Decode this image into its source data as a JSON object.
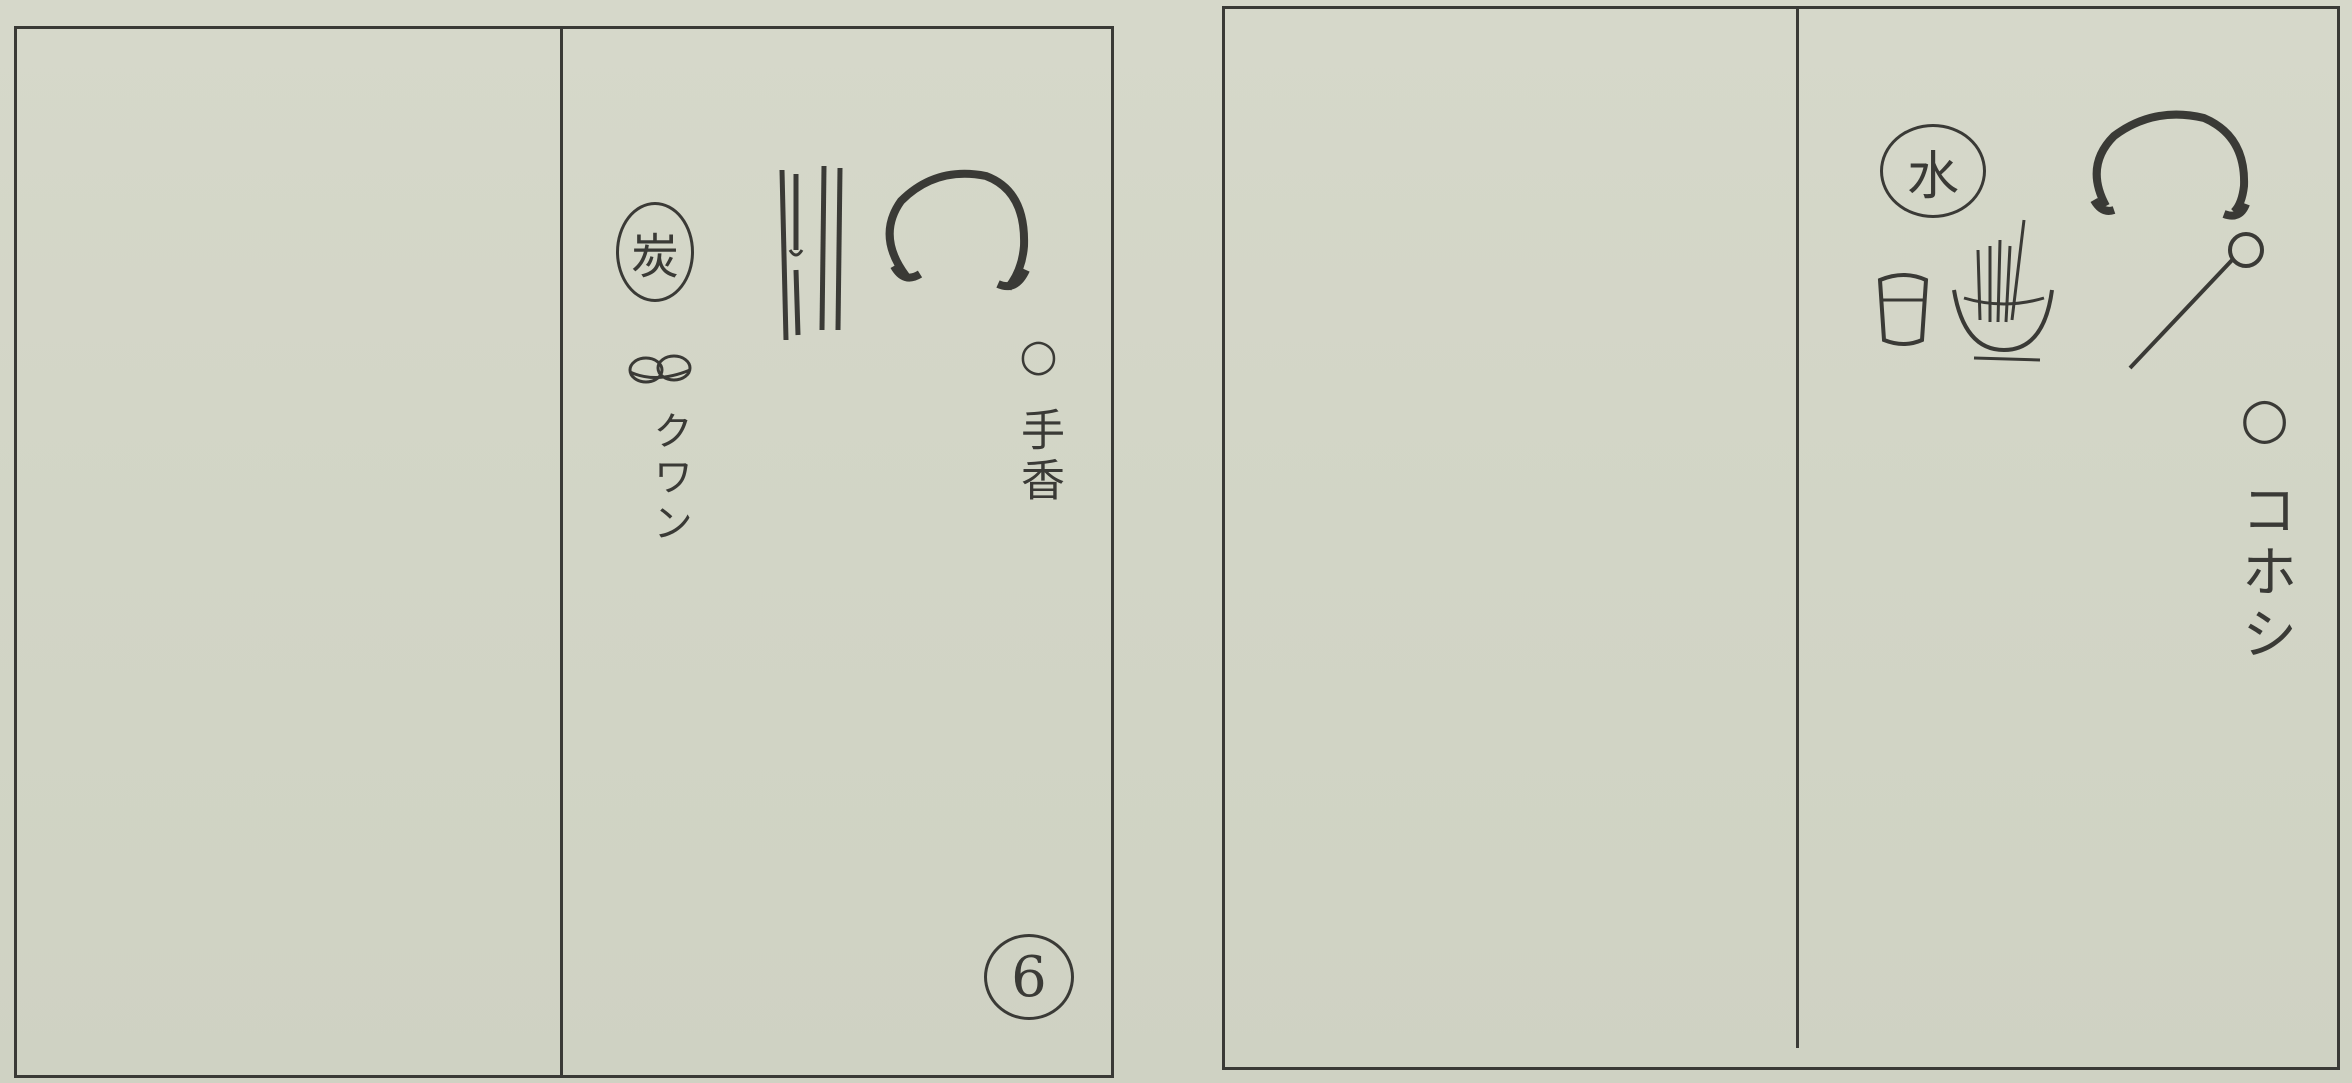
{
  "left_page": {
    "seal_label": "炭",
    "caption_fire_tongs": "○ 手香",
    "caption_brazier": "クワン",
    "page_number": "6"
  },
  "right_page": {
    "seal_label": "水",
    "caption_ladle": "○ コホシ"
  },
  "icons": [
    "charcoal-seal-icon",
    "tongs-icon",
    "kettle-ring-icon",
    "brazier-icon",
    "water-seal-icon",
    "water-cup-icon",
    "whisk-bowl-icon",
    "ladle-icon"
  ],
  "colors": {
    "paper": "#d4d6c8",
    "ink": "#3a3a36"
  }
}
